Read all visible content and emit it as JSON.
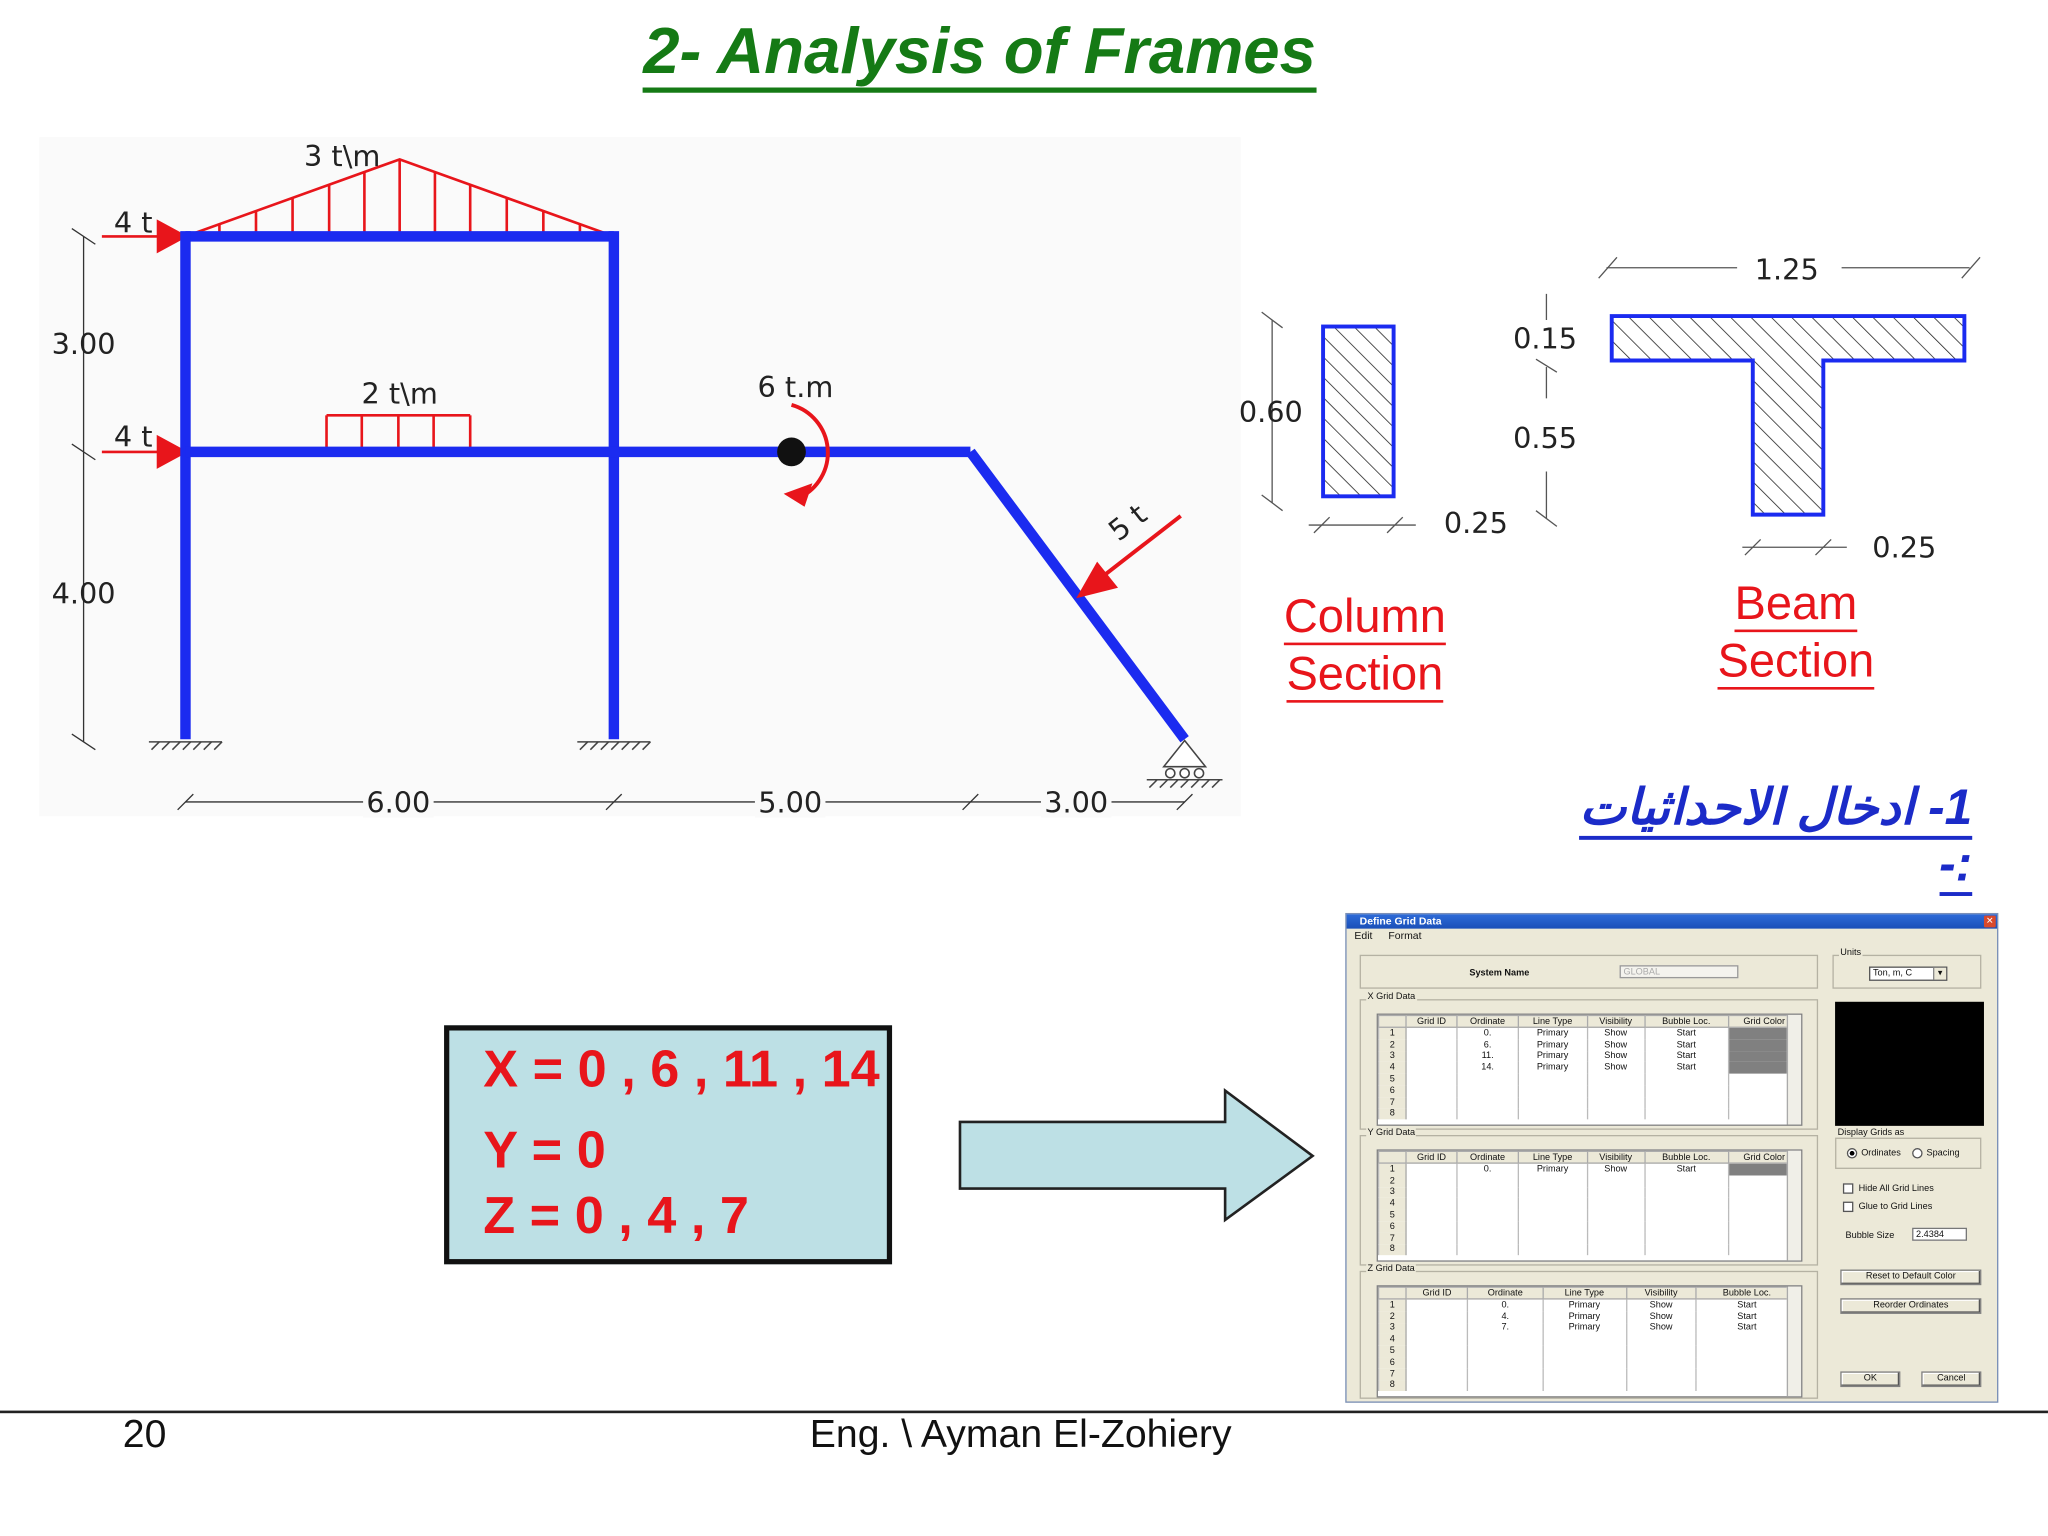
{
  "slide": {
    "title": "2- Analysis of Frames",
    "arabic_heading": "1- ادخال الاحداثيات :-",
    "page_number": "20",
    "author": "Eng. \\ Ayman El-Zohiery"
  },
  "frame": {
    "dims_vertical": [
      "3.00",
      "4.00"
    ],
    "dims_horizontal": [
      "6.00",
      "5.00",
      "3.00"
    ],
    "load_upper_beam": "3 t\\m",
    "load_lower_beam": "2 t\\m",
    "load_moment": "6 t.m",
    "load_inclined": "5 t",
    "load_top_left": "4 t",
    "load_mid_left": "4 t"
  },
  "sections": {
    "column": {
      "height": "0.60",
      "width": "0.25",
      "label_line1": "Column",
      "label_line2": "Section"
    },
    "beam": {
      "flange_width": "1.25",
      "flange_depth": "0.15",
      "web_depth": "0.55",
      "web_width": "0.25",
      "label_line1": "Beam",
      "label_line2": "Section"
    }
  },
  "coords": {
    "x_line": "X = 0 , 6 , 11 , 14",
    "y_line": "Y = 0",
    "z_line": "Z = 0 , 4 , 7"
  },
  "dialog": {
    "title": "Define Grid Data",
    "menu": [
      "Edit",
      "Format"
    ],
    "system_name_label": "System Name",
    "system_name_value": "GLOBAL",
    "units_label": "Units",
    "units_value": "Ton, m, C",
    "columns": [
      "Grid ID",
      "Ordinate",
      "Line Type",
      "Visibility",
      "Bubble Loc.",
      "Grid Color"
    ],
    "x_grid": {
      "label": "X Grid Data",
      "rows": [
        {
          "n": "1",
          "ord": "0.",
          "type": "Primary",
          "vis": "Show",
          "bub": "Start"
        },
        {
          "n": "2",
          "ord": "6.",
          "type": "Primary",
          "vis": "Show",
          "bub": "Start"
        },
        {
          "n": "3",
          "ord": "11.",
          "type": "Primary",
          "vis": "Show",
          "bub": "Start"
        },
        {
          "n": "4",
          "ord": "14.",
          "type": "Primary",
          "vis": "Show",
          "bub": "Start"
        },
        {
          "n": "5"
        },
        {
          "n": "6"
        },
        {
          "n": "7"
        },
        {
          "n": "8"
        }
      ]
    },
    "y_grid": {
      "label": "Y Grid Data",
      "rows": [
        {
          "n": "1",
          "ord": "0.",
          "type": "Primary",
          "vis": "Show",
          "bub": "Start"
        },
        {
          "n": "2"
        },
        {
          "n": "3"
        },
        {
          "n": "4"
        },
        {
          "n": "5"
        },
        {
          "n": "6"
        },
        {
          "n": "7"
        },
        {
          "n": "8"
        }
      ]
    },
    "z_grid": {
      "label": "Z Grid Data",
      "rows": [
        {
          "n": "1",
          "ord": "0.",
          "type": "Primary",
          "vis": "Show",
          "bub": "Start"
        },
        {
          "n": "2",
          "ord": "4.",
          "type": "Primary",
          "vis": "Show",
          "bub": "Start"
        },
        {
          "n": "3",
          "ord": "7.",
          "type": "Primary",
          "vis": "Show",
          "bub": "Start"
        },
        {
          "n": "4"
        },
        {
          "n": "5"
        },
        {
          "n": "6"
        },
        {
          "n": "7"
        },
        {
          "n": "8"
        }
      ]
    },
    "display_grids_label": "Display Grids as",
    "ordinates_label": "Ordinates",
    "spacing_label": "Spacing",
    "hide_all_label": "Hide All Grid Lines",
    "glue_label": "Glue to Grid Lines",
    "bubble_size_label": "Bubble Size",
    "bubble_size_value": "2.4384",
    "reset_color_label": "Reset to Default Color",
    "reorder_label": "Reorder Ordinates",
    "ok_label": "OK",
    "cancel_label": "Cancel"
  }
}
